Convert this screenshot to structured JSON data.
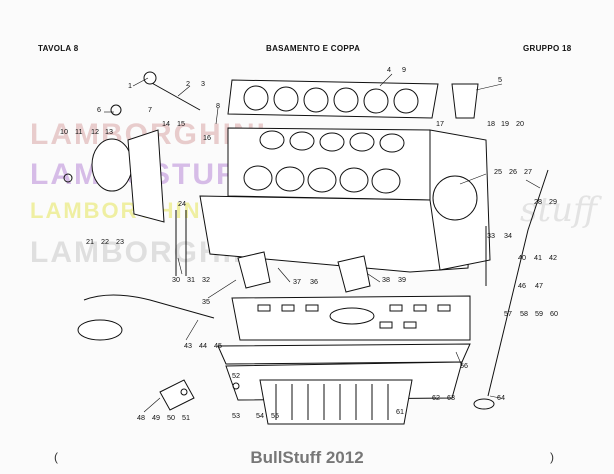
{
  "header": {
    "plate": "TAVOLA 8",
    "title": "BASAMENTO E COPPA",
    "group": "GRUPPO 18"
  },
  "watermarks": [
    "LAMBORGHINI",
    "LAMBOSTUFF",
    "LAMBORGHINI",
    "LAMBORGHINI",
    "stuff"
  ],
  "footer": "BullStuff 2012",
  "callouts": [
    "1",
    "2",
    "3",
    "4",
    "9",
    "5",
    "6",
    "7",
    "8",
    "10",
    "11",
    "12",
    "13",
    "14",
    "15",
    "16",
    "17",
    "18",
    "19",
    "20",
    "21",
    "22",
    "23",
    "24",
    "25",
    "26",
    "27",
    "28",
    "29",
    "30",
    "31",
    "32",
    "33",
    "34",
    "35",
    "36",
    "37",
    "38",
    "39",
    "40",
    "41",
    "42",
    "43",
    "44",
    "45",
    "46",
    "47",
    "48",
    "49",
    "50",
    "51",
    "52",
    "53",
    "54",
    "55",
    "56",
    "57",
    "58",
    "59",
    "60",
    "61",
    "62",
    "63",
    "64"
  ]
}
